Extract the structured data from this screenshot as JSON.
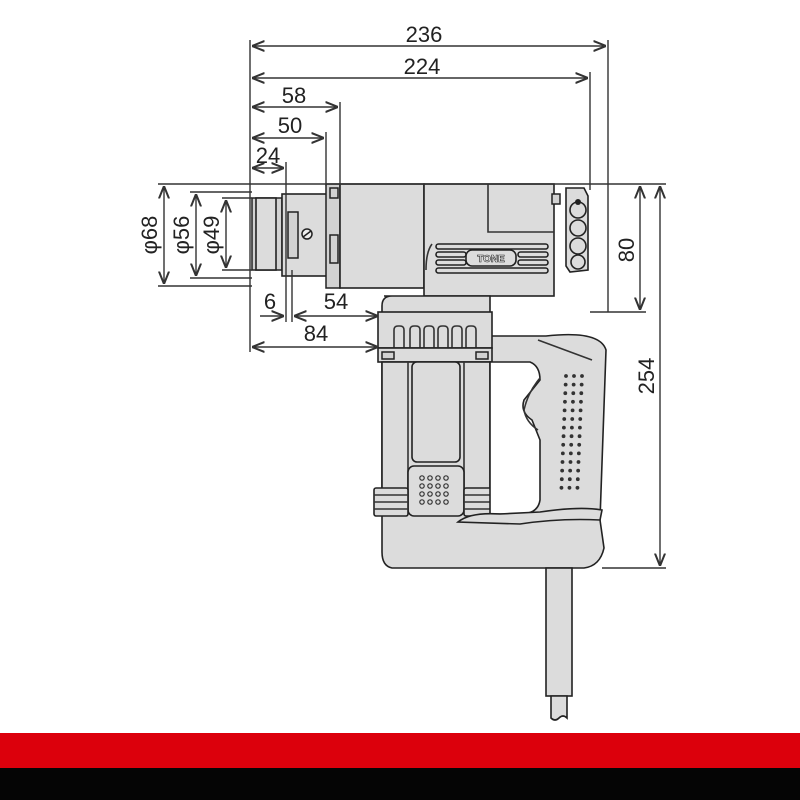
{
  "diagram": {
    "subject": "Shear wrench / power tool side view with dimensions",
    "brand_logo_text": "TONE",
    "units": "mm",
    "dimensions": {
      "overall_length": "236",
      "length_to_rear": "224",
      "head_58": "58",
      "head_50": "50",
      "socket_24": "24",
      "dia_outer": "φ68",
      "dia_mid": "φ56",
      "dia_inner": "φ49",
      "offset_6": "6",
      "offset_54": "54",
      "offset_84": "84",
      "head_height": "80",
      "overall_height": "254"
    }
  },
  "footer": {
    "band_color": "#dc000c",
    "bottom_color": "#050505"
  }
}
